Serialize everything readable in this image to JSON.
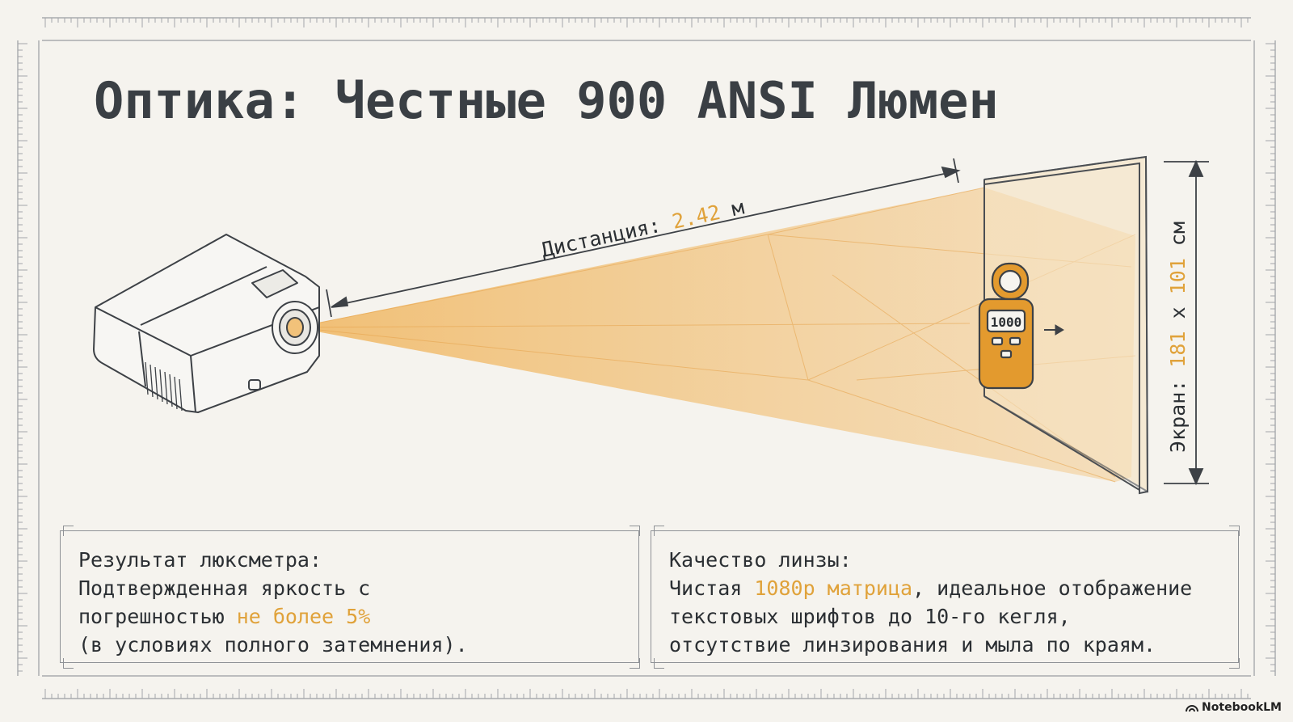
{
  "title": "Оптика: Честные 900 ANSI Люмен",
  "distance": {
    "label": "Дистанция:",
    "value": "2.42",
    "unit": "м"
  },
  "screen": {
    "label": "Экран:",
    "value": "181",
    "sep": "x",
    "value2": "101",
    "unit": "см"
  },
  "meter": {
    "display": "1000"
  },
  "card_left": {
    "heading": "Результат люксметра:",
    "line1": "Подтвержденная яркость с",
    "line2_prefix": "погрешностью",
    "line2_highlight": "не более 5%",
    "line3": "(в условиях полного затемнения)."
  },
  "card_right": {
    "heading": "Качество линзы:",
    "line1_prefix": "Чистая",
    "line1_highlight": "1080p матрица",
    "line1_suffix": ", идеальное отображение",
    "line2": "текстовых шрифтов до 10-го кегля,",
    "line3": "отсутствие линзирования и мыла по краям."
  },
  "watermark": {
    "text": "NotebookLM",
    "icon": "notebooklm-logo-icon"
  },
  "colors": {
    "accent": "#e0a23a",
    "beam": "#f0b660",
    "ink": "#3a3f44",
    "background": "#f5f3ee"
  }
}
